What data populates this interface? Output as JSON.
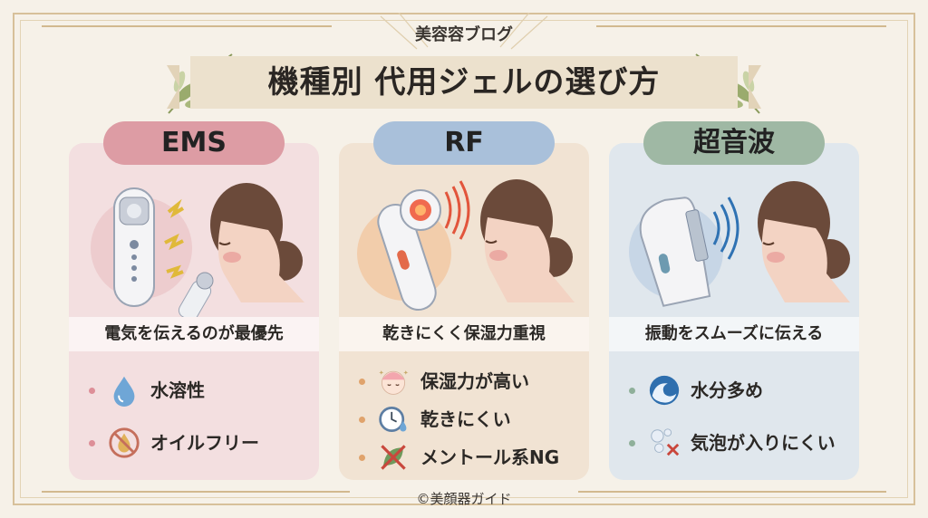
{
  "header": {
    "blog_label": "美容容ブログ",
    "title": "機種別 代用ジェルの選び方"
  },
  "colors": {
    "background": "#f6f1e8",
    "gold_frame": "#d7c09a",
    "ems_accent": "#dd9ca4",
    "rf_accent": "#a9c0da",
    "ultrasonic_accent": "#9fb8a4"
  },
  "cards": [
    {
      "label": "EMS",
      "feature": "電気を伝えるのが最優先",
      "items": [
        {
          "text": "水溶性",
          "icon": "water-drop-icon"
        },
        {
          "text": "オイルフリー",
          "icon": "no-oil-icon"
        }
      ]
    },
    {
      "label": "RF",
      "feature": "乾きにくく保湿力重視",
      "items": [
        {
          "text": "保湿力が高い",
          "icon": "moisturized-face-icon"
        },
        {
          "text": "乾きにくい",
          "icon": "clock-drop-icon"
        },
        {
          "text": "メントール系NG",
          "icon": "no-mint-icon"
        }
      ]
    },
    {
      "label": "超音波",
      "feature": "振動をスムーズに伝える",
      "items": [
        {
          "text": "水分多め",
          "icon": "wave-icon"
        },
        {
          "text": "気泡が入りにくい",
          "icon": "no-bubbles-icon"
        }
      ]
    }
  ],
  "footer": {
    "copyright": "©美顔器ガイド"
  }
}
